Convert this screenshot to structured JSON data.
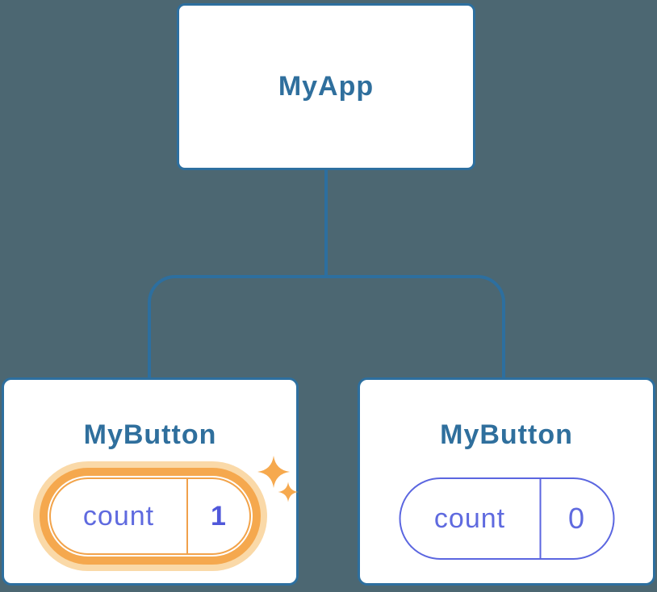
{
  "tree": {
    "root": {
      "label": "MyApp"
    },
    "children": [
      {
        "label": "MyButton",
        "state": {
          "key": "count",
          "value": "1"
        },
        "highlighted": true
      },
      {
        "label": "MyButton",
        "state": {
          "key": "count",
          "value": "0"
        },
        "highlighted": false
      }
    ]
  },
  "icons": {
    "highlight_sparkles": "sparkle-icon"
  },
  "colors": {
    "background": "#4C6772",
    "node_border_blue": "#2D6F9F",
    "node_title_blue": "#2F6F9D",
    "connector_blue": "#2D6F9F",
    "state_indigo_text": "#5F6ADF",
    "state_indigo_border": "#5B66E0",
    "state_value_indigo": "#5058DA",
    "highlight_ring_orange": "#F5A84E",
    "highlight_glow_peach": "#FAD9A8",
    "sparkle_orange": "#F6A94E",
    "card_background": "#FFFFFF"
  }
}
